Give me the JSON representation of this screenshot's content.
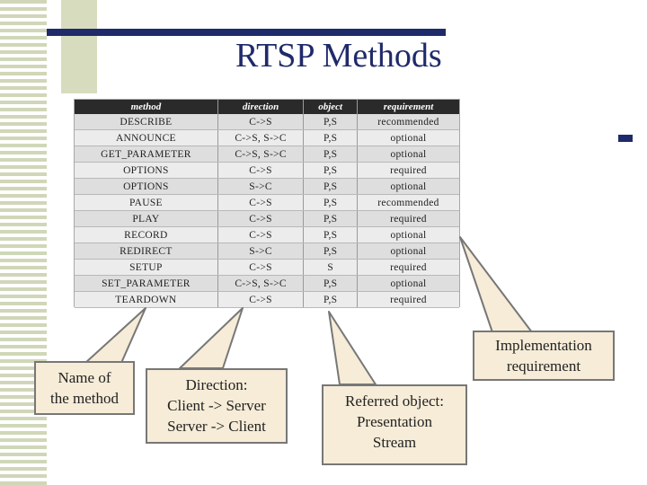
{
  "slide": {
    "title": "RTSP Methods"
  },
  "table": {
    "headers": [
      "method",
      "direction",
      "object",
      "requirement"
    ],
    "rows": [
      [
        "DESCRIBE",
        "C->S",
        "P,S",
        "recommended"
      ],
      [
        "ANNOUNCE",
        "C->S, S->C",
        "P,S",
        "optional"
      ],
      [
        "GET_PARAMETER",
        "C->S, S->C",
        "P,S",
        "optional"
      ],
      [
        "OPTIONS",
        "C->S",
        "P,S",
        "required"
      ],
      [
        "OPTIONS",
        "S->C",
        "P,S",
        "optional"
      ],
      [
        "PAUSE",
        "C->S",
        "P,S",
        "recommended"
      ],
      [
        "PLAY",
        "C->S",
        "P,S",
        "required"
      ],
      [
        "RECORD",
        "C->S",
        "P,S",
        "optional"
      ],
      [
        "REDIRECT",
        "S->C",
        "P,S",
        "optional"
      ],
      [
        "SETUP",
        "C->S",
        "S",
        "required"
      ],
      [
        "SET_PARAMETER",
        "C->S, S->C",
        "P,S",
        "optional"
      ],
      [
        "TEARDOWN",
        "C->S",
        "P,S",
        "required"
      ]
    ]
  },
  "callouts": {
    "name": {
      "lines": [
        "Name of",
        "the method"
      ]
    },
    "direction": {
      "lines": [
        "Direction:",
        "Client -> Server",
        "Server -> Client"
      ]
    },
    "object": {
      "lines": [
        "Referred object:",
        "Presentation",
        "Stream"
      ]
    },
    "requirement": {
      "lines": [
        "Implementation",
        "requirement"
      ]
    }
  },
  "colors": {
    "title": "#1f2a6b",
    "callout_bg": "#f6ecd7",
    "header_bg": "#2a2a2a"
  }
}
